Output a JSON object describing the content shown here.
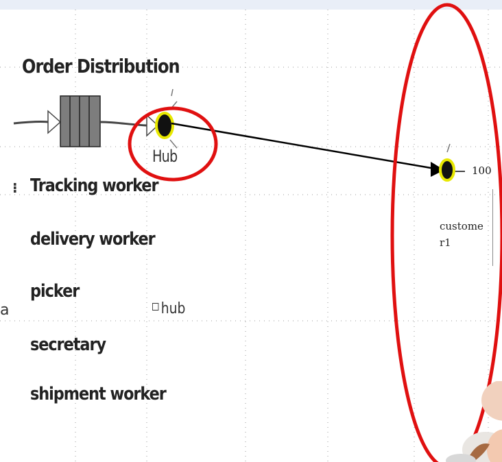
{
  "diagram": {
    "title": "Order Distribution",
    "hub_label": "Hub",
    "hub_small_label": "hub",
    "truncated_left_label": "a",
    "legend": [
      {
        "label": "Tracking worker"
      },
      {
        "label": "delivery worker"
      },
      {
        "label": "picker"
      },
      {
        "label": "secretary"
      },
      {
        "label": "shipment worker"
      }
    ],
    "customer_node": {
      "name": "customer1",
      "value": "100"
    }
  },
  "colors": {
    "annotation": "#e01010",
    "node_ring": "#e8e800",
    "node_fill": "#111111",
    "queue_fill": "#7d7d7d",
    "connector": "#000000"
  },
  "icons": [
    "queue-block-icon",
    "hub-node-icon",
    "customer-node-icon",
    "arrowhead-icon",
    "square-bullet-icon"
  ]
}
